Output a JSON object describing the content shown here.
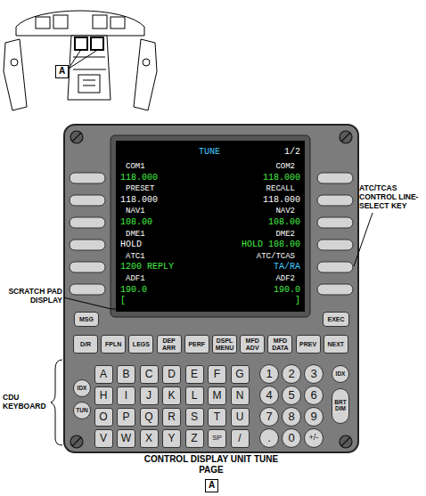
{
  "diagram": {
    "caption": "CONTROL DISPLAY UNIT TUNE PAGE",
    "nodes": [
      {
        "text": [
          "A"
        ]
      },
      {
        "text": [
          "MSG"
        ]
      },
      {
        "text": [
          "EXEC"
        ]
      },
      {
        "text": [
          "D/R"
        ]
      },
      {
        "text": [
          "FPLN"
        ]
      },
      {
        "text": [
          "LEGS"
        ]
      },
      {
        "text": [
          "DEP ARR"
        ]
      },
      {
        "text": [
          "PERF"
        ]
      },
      {
        "text": [
          "DSPL MENU"
        ]
      },
      {
        "text": [
          "MFD ADV"
        ]
      },
      {
        "text": [
          "MFD DATA"
        ]
      },
      {
        "text": [
          "PREV"
        ]
      },
      {
        "text": [
          "NEXT"
        ]
      },
      {
        "text": [
          "IDX"
        ]
      },
      {
        "text": [
          "TUN"
        ]
      },
      {
        "text": [
          "A"
        ]
      },
      {
        "text": [
          "B"
        ]
      },
      {
        "text": [
          "C"
        ]
      },
      {
        "text": [
          "D"
        ]
      },
      {
        "text": [
          "E"
        ]
      },
      {
        "text": [
          "F"
        ]
      },
      {
        "text": [
          "G"
        ]
      },
      {
        "text": [
          "H"
        ]
      },
      {
        "text": [
          "I"
        ]
      },
      {
        "text": [
          "J"
        ]
      },
      {
        "text": [
          "K"
        ]
      },
      {
        "text": [
          "L"
        ]
      },
      {
        "text": [
          "M"
        ]
      },
      {
        "text": [
          "N"
        ]
      },
      {
        "text": [
          "O"
        ]
      },
      {
        "text": [
          "P"
        ]
      },
      {
        "text": [
          "Q"
        ]
      },
      {
        "text": [
          "R"
        ]
      },
      {
        "text": [
          "S"
        ]
      },
      {
        "text": [
          "T"
        ]
      },
      {
        "text": [
          "U"
        ]
      },
      {
        "text": [
          "V"
        ]
      },
      {
        "text": [
          "W"
        ]
      },
      {
        "text": [
          "X"
        ]
      },
      {
        "text": [
          "Y"
        ]
      },
      {
        "text": [
          "Z"
        ]
      },
      {
        "text": [
          "SP"
        ]
      },
      {
        "text": [
          "/"
        ]
      },
      {
        "text": [
          "1"
        ]
      },
      {
        "text": [
          "2"
        ]
      },
      {
        "text": [
          "3"
        ]
      },
      {
        "text": [
          "4"
        ]
      },
      {
        "text": [
          "5"
        ]
      },
      {
        "text": [
          "6"
        ]
      },
      {
        "text": [
          "7"
        ]
      },
      {
        "text": [
          "8"
        ]
      },
      {
        "text": [
          "9"
        ]
      },
      {
        "text": [
          "."
        ]
      },
      {
        "text": [
          "0"
        ]
      },
      {
        "text": [
          "+/-"
        ]
      },
      {
        "text": [
          "IDX"
        ]
      },
      {
        "text": [
          "BRT DIM"
        ]
      },
      {
        "text": [
          "A"
        ]
      }
    ],
    "labels": [
      "TUNE",
      "1/2",
      "COM1",
      "COM2",
      "118.000",
      "118.000",
      "PRESET",
      "RECALL",
      "118.000",
      "118.000",
      "NAV1",
      "NAV2",
      "108.00",
      "108.00",
      "DME1",
      "DME2",
      "HOLD",
      "HOLD 108.00",
      "ATC1",
      "ATC/TCAS",
      "1200 REPLY",
      "TA/RA",
      "ADF1",
      "ADF2",
      "190.0",
      "190.0",
      "[",
      "]",
      "ATC/TCAS CONTROL LINE- SELECT KEY",
      "SCRATCH PAD DISPLAY",
      "CDU KEYBOARD"
    ]
  }
}
